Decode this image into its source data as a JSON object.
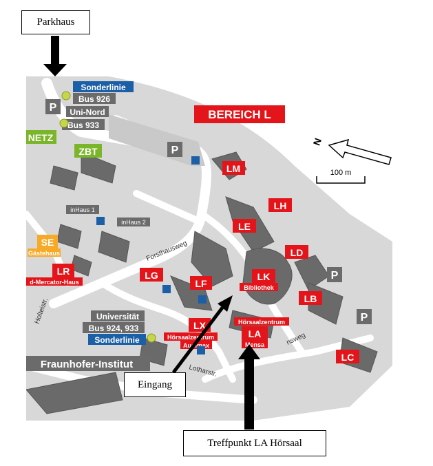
{
  "callouts": {
    "parkhaus": "Parkhaus",
    "eingang": "Eingang",
    "treffpunkt": "Treffpunkt LA Hörsaal"
  },
  "map": {
    "area_title": "BEREICH L",
    "scale": "100 m",
    "north": "N",
    "buildings": {
      "lm": "LM",
      "lh": "LH",
      "le": "LE",
      "ld": "LD",
      "lk": "LK",
      "lk_sub": "Bibliothek",
      "lb": "LB",
      "lg": "LG",
      "lf": "LF",
      "lx": "LX",
      "lx_sub": "Hörsaalzentrum",
      "lx_sub2": "Audimax",
      "la": "LA",
      "la_sub": "Mensa",
      "la_top": "Hörsaalzentrum",
      "lc": "LC",
      "lr": "LR",
      "lr_sub": "d-Mercator-Haus",
      "se": "SE",
      "se_sub": "Gästehaus",
      "zbt": "ZBT",
      "netz": "NETZ",
      "inhaus1": "inHaus 1",
      "inhaus2": "inHaus 2"
    },
    "transit": {
      "sonderlinie_top": "Sonderlinie",
      "bus926": "Bus 926",
      "uni_nord": "Uni-Nord",
      "bus933": "Bus 933",
      "universitat": "Universität",
      "bus924": "Bus 924, 933",
      "sonderlinie_bottom": "Sonderlinie",
      "fraunhofer": "Fraunhofer-Institut"
    },
    "parking": "P",
    "streets": {
      "forsthausweg": "Forsthausweg",
      "lotharstr": "Lotharstr.",
      "holteistr": "Holteistr.",
      "brand": "nsweg"
    },
    "colors": {
      "building_red": "#e3151b",
      "grey_label": "#6b6b6b",
      "blue": "#1b5fa6",
      "green": "#7ab52a",
      "orange": "#f7a928",
      "ground": "#d8d8d8",
      "road": "#ffffff"
    }
  }
}
